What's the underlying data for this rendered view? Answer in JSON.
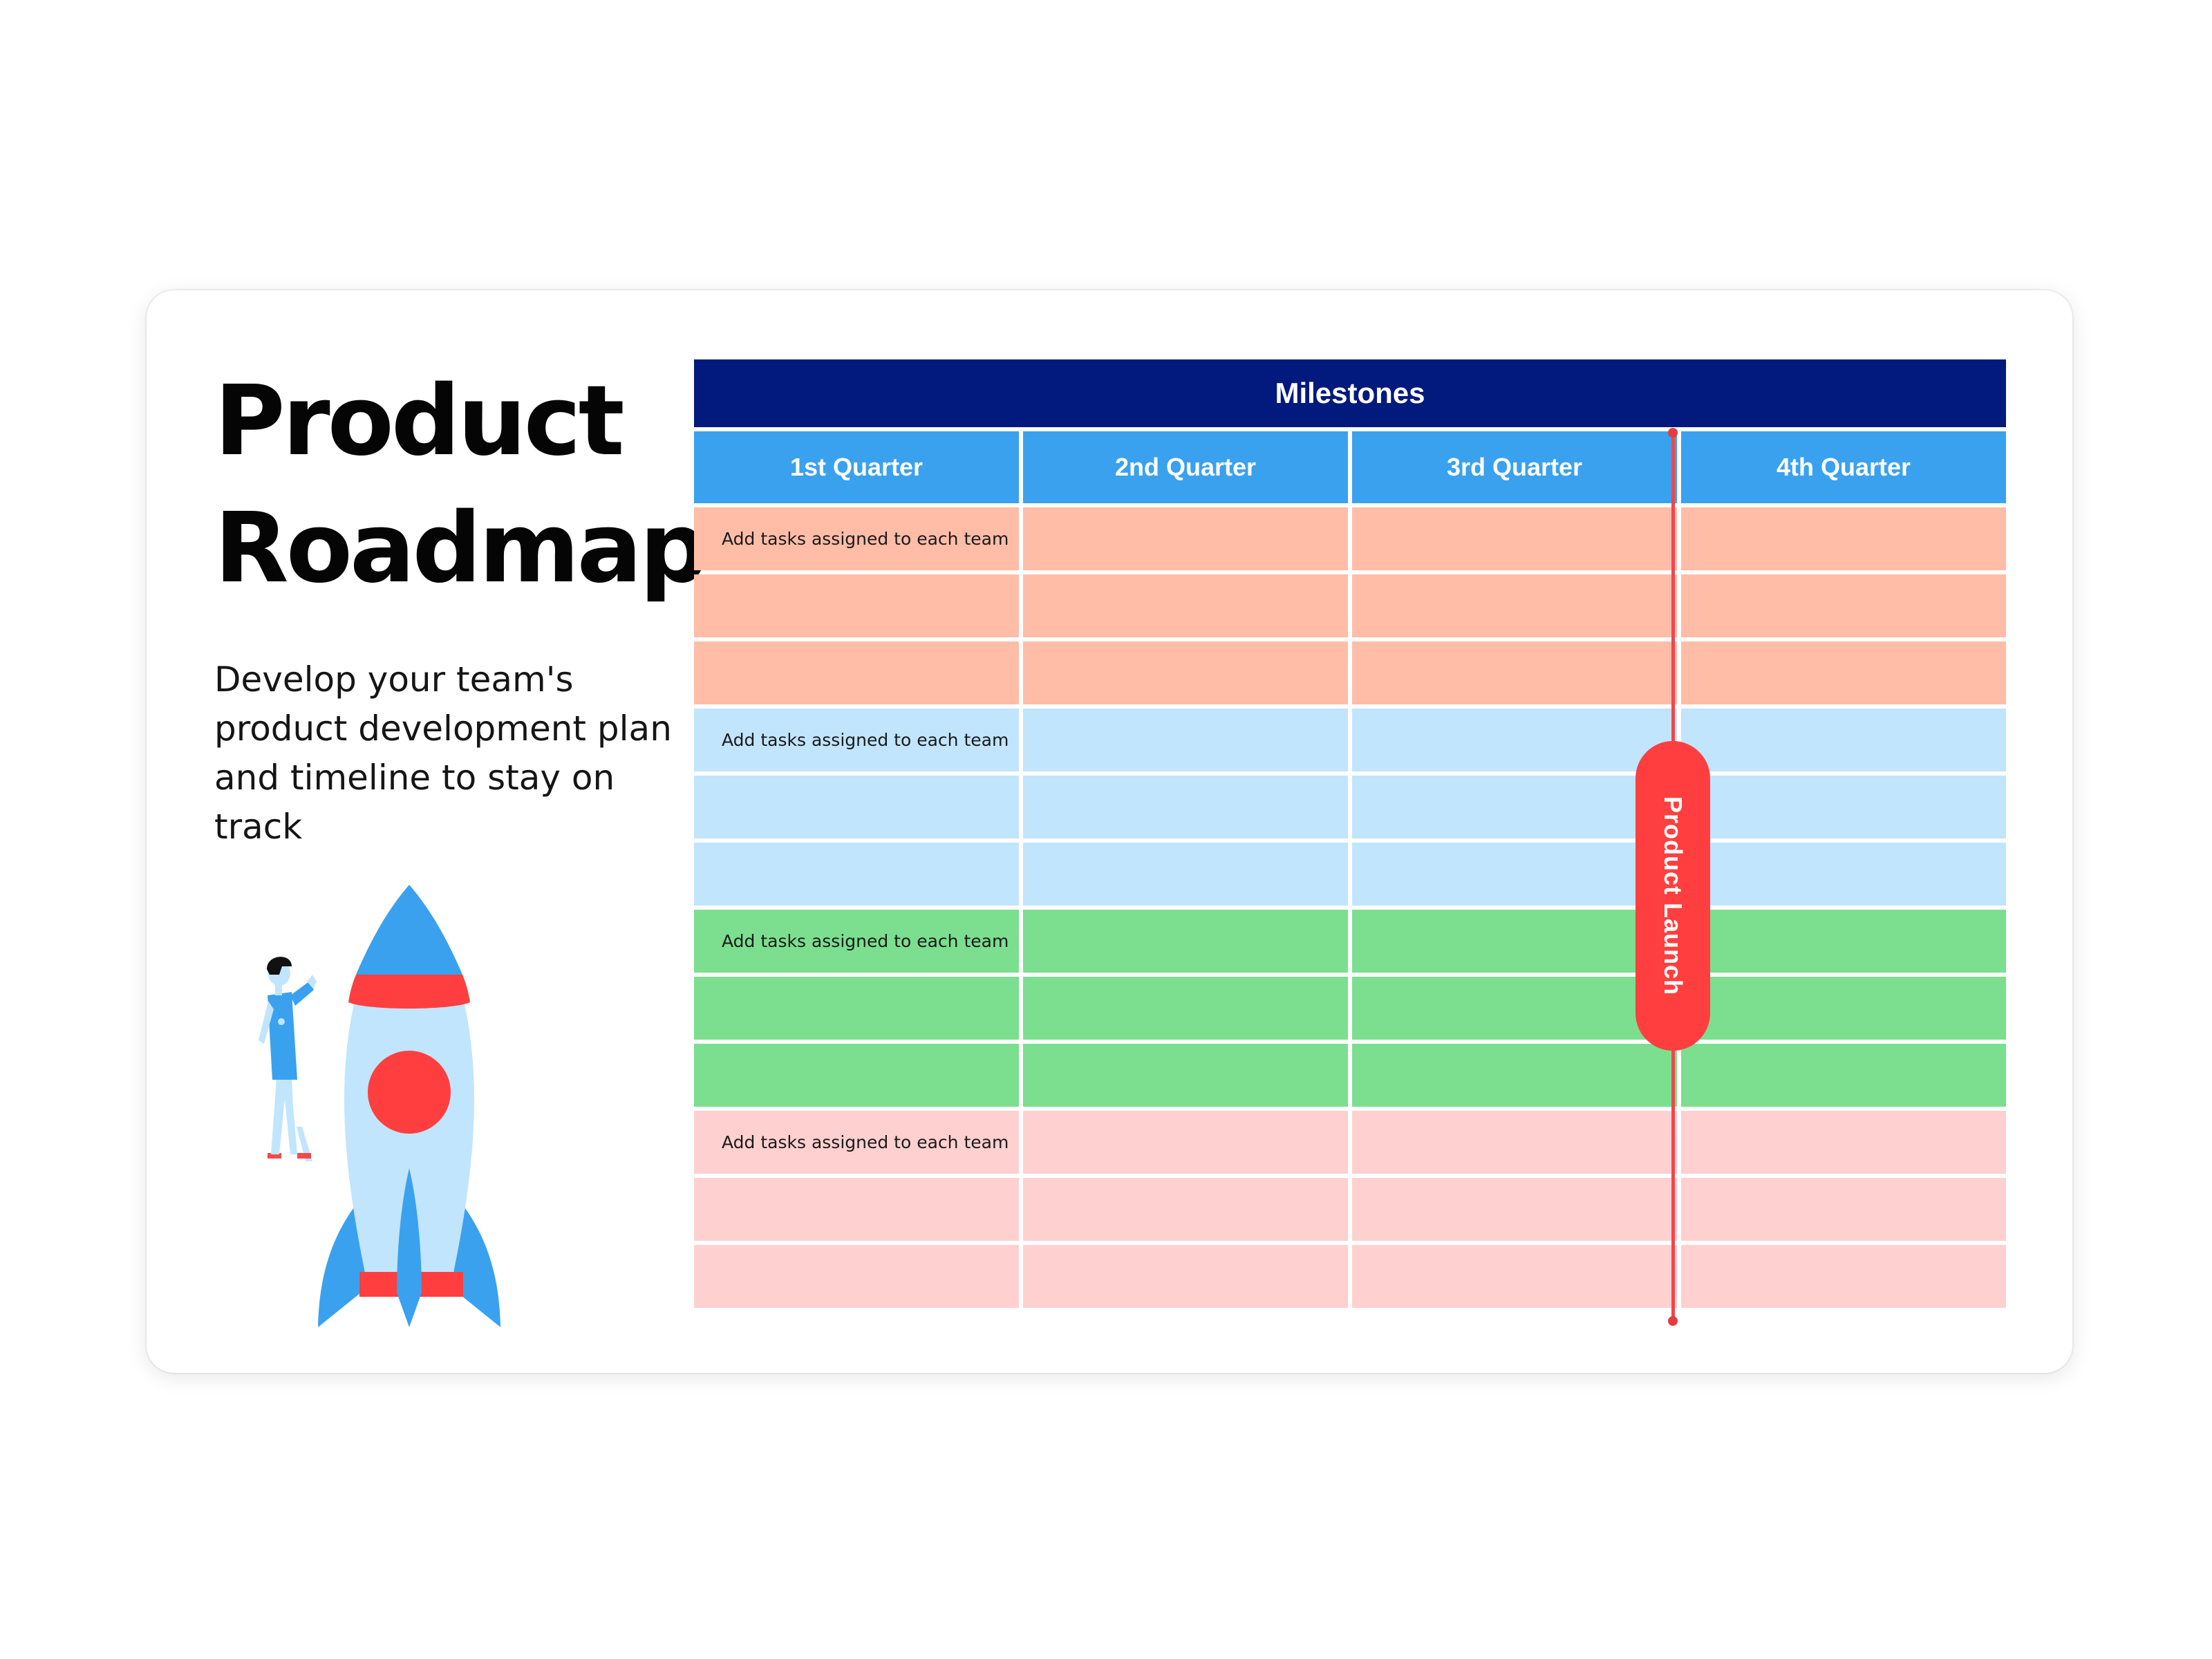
{
  "title": "Product Roadmap",
  "subtitle": "Develop your team's product development plan and timeline to stay on track",
  "table": {
    "header": "Milestones",
    "quarters": [
      "1st Quarter",
      "2nd Quarter",
      "3rd Quarter",
      "4th Quarter"
    ],
    "rows": [
      {
        "color": "#ffbda8",
        "label": "Add tasks assigned to each team"
      },
      {
        "color": "#ffbda8",
        "label": ""
      },
      {
        "color": "#ffbda8",
        "label": ""
      },
      {
        "color": "#c1e5fd",
        "label": "Add tasks assigned to each team"
      },
      {
        "color": "#c1e5fd",
        "label": ""
      },
      {
        "color": "#c1e5fd",
        "label": ""
      },
      {
        "color": "#7bdf8f",
        "label": "Add tasks assigned to each team"
      },
      {
        "color": "#7bdf8f",
        "label": ""
      },
      {
        "color": "#7bdf8f",
        "label": ""
      },
      {
        "color": "#ffd0d0",
        "label": "Add tasks assigned to each team"
      },
      {
        "color": "#ffd0d0",
        "label": ""
      },
      {
        "color": "#ffd0d0",
        "label": ""
      }
    ]
  },
  "launch": {
    "label": "Product Launch",
    "color": "#ff3f3f"
  },
  "colors": {
    "header": "#021a7e",
    "quarter": "#3aa1ef",
    "accent": "#ff3f3f"
  },
  "icons": [
    "rocket-icon",
    "person-icon"
  ]
}
